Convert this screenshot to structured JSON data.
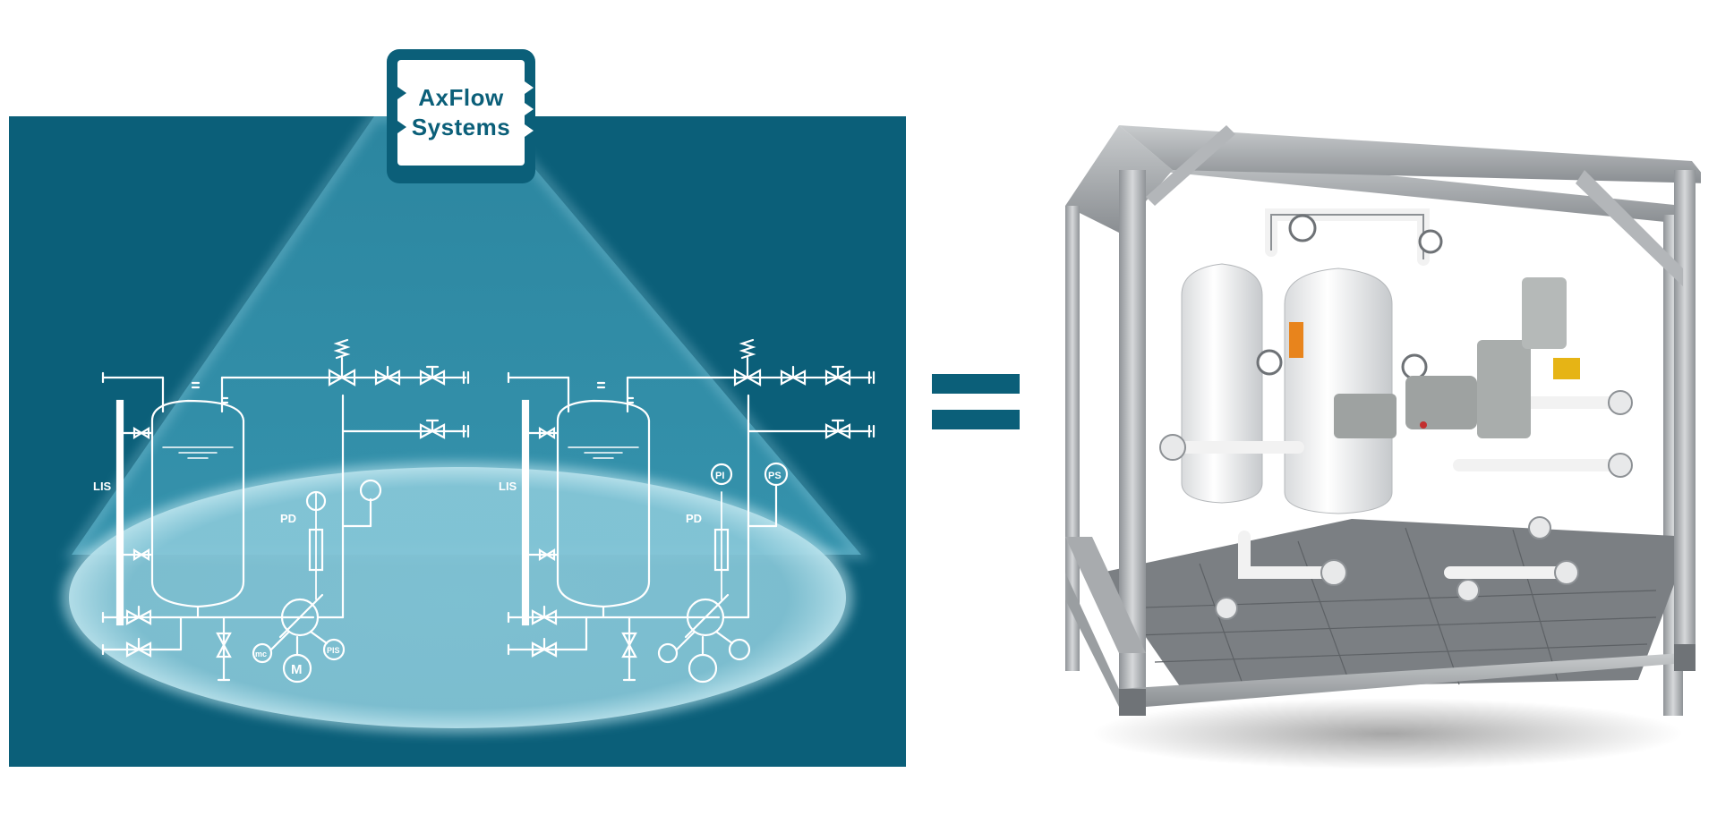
{
  "logo": {
    "line1": "AxFlow",
    "line2": "Systems"
  },
  "diagram": {
    "left_system": {
      "lis_label": "LIS",
      "pd_label": "PD",
      "pump_labels": {
        "left": "mc",
        "right": "PIS",
        "motor": "M"
      }
    },
    "right_system": {
      "lis_label": "LIS",
      "pd_label": "PD",
      "pi_label": "PI",
      "ps_label": "PS"
    }
  },
  "equals_sign": "=",
  "colors": {
    "brand_teal": "#0b5f79",
    "spotlight": "#8ccbdb",
    "line_white": "#ffffff",
    "frame_steel": "#b9bcbf"
  }
}
